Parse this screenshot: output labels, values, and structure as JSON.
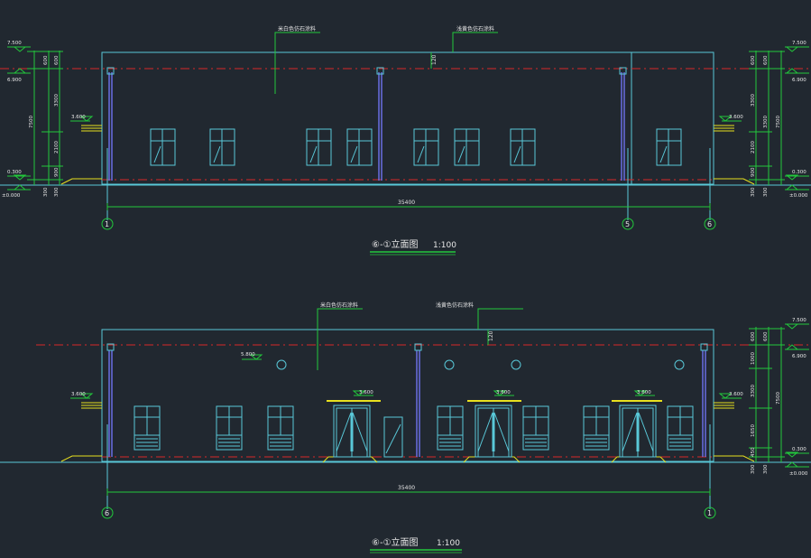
{
  "colors": {
    "background": "#212830",
    "outline": "#59c8d8",
    "axis_red": "#d82828",
    "dim_green": "#22c83c",
    "window": "#59c8d8",
    "downpipe": "#6f72f0",
    "text": "#e6e6e6",
    "yellow": "#e8e01e"
  },
  "top_elevation": {
    "title": "⑥-①立面图",
    "scale": "1:100",
    "axis_labels": [
      "1",
      "5",
      "6"
    ],
    "total_dim": "35400",
    "leader_left": "米白色仿石涂料",
    "leader_right": "浅黄色仿石涂料",
    "parapet_dim": "120",
    "left_levels": [
      "7.500",
      "6.900",
      "3.600",
      "0.300",
      "±0.000"
    ],
    "right_levels": [
      "7.500",
      "6.900",
      "3.600",
      "0.300",
      "±0.000"
    ],
    "chain_dims": [
      "600",
      "3300",
      "2100",
      "900",
      "300"
    ],
    "overall_dims": [
      "7500",
      "300"
    ]
  },
  "bottom_elevation": {
    "title": "⑥-①立面图",
    "scale": "1:100",
    "axis_labels": [
      "6",
      "1"
    ],
    "total_dim": "35400",
    "leader_left": "米白色仿石涂料",
    "leader_right": "浅黄色仿石涂料",
    "parapet_dim": "120",
    "left_levels": [
      "5.800",
      "3.600"
    ],
    "canopy_levels": [
      "3.600",
      "3.600",
      "3.600"
    ],
    "right_levels": [
      "7.500",
      "6.900",
      "3.600",
      "0.300",
      "±0.000"
    ],
    "chain_dims": [
      "600",
      "1000",
      "3300",
      "1650",
      "450",
      "300"
    ],
    "overall_dims": [
      "7500",
      "300"
    ]
  }
}
